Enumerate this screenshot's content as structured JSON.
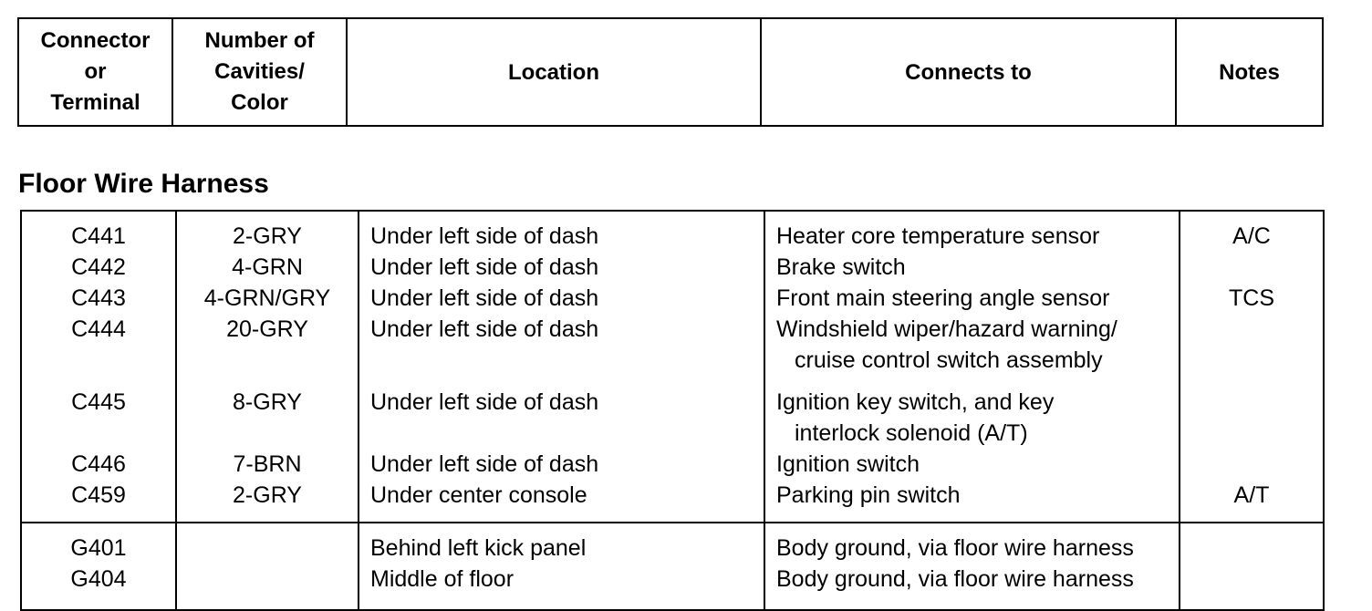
{
  "header": {
    "col_connector": [
      "Connector",
      "or",
      "Terminal"
    ],
    "col_cavities": [
      "Number of",
      "Cavities/",
      "Color"
    ],
    "col_location": "Location",
    "col_connects": "Connects to",
    "col_notes": "Notes"
  },
  "section_title": "Floor Wire Harness",
  "rows": [
    {
      "connector": "C441",
      "cavities": "2-GRY",
      "location": "Under left side of dash",
      "connects": [
        "Heater core temperature sensor"
      ],
      "notes": "A/C"
    },
    {
      "connector": "C442",
      "cavities": "4-GRN",
      "location": "Under left side of dash",
      "connects": [
        "Brake switch"
      ],
      "notes": ""
    },
    {
      "connector": "C443",
      "cavities": "4-GRN/GRY",
      "location": "Under left side of dash",
      "connects": [
        "Front main steering angle sensor"
      ],
      "notes": "TCS"
    },
    {
      "connector": "C444",
      "cavities": "20-GRY",
      "location": "Under left side of dash",
      "connects": [
        "Windshield wiper/hazard warning/",
        "cruise control switch assembly"
      ],
      "notes": ""
    },
    {
      "connector": "C445",
      "cavities": "8-GRY",
      "location": "Under left side of dash",
      "connects": [
        "Ignition key switch, and key",
        "interlock solenoid (A/T)"
      ],
      "notes": ""
    },
    {
      "connector": "C446",
      "cavities": "7-BRN",
      "location": "Under left side of dash",
      "connects": [
        "Ignition switch"
      ],
      "notes": ""
    },
    {
      "connector": "C459",
      "cavities": "2-GRY",
      "location": "Under center console",
      "connects": [
        "Parking pin switch"
      ],
      "notes": "A/T"
    }
  ],
  "grounds": [
    {
      "connector": "G401",
      "cavities": "",
      "location": "Behind left kick panel",
      "connects": [
        "Body ground, via floor wire harness"
      ],
      "notes": ""
    },
    {
      "connector": "G404",
      "cavities": "",
      "location": "Middle of floor",
      "connects": [
        "Body ground, via floor wire harness"
      ],
      "notes": ""
    }
  ]
}
